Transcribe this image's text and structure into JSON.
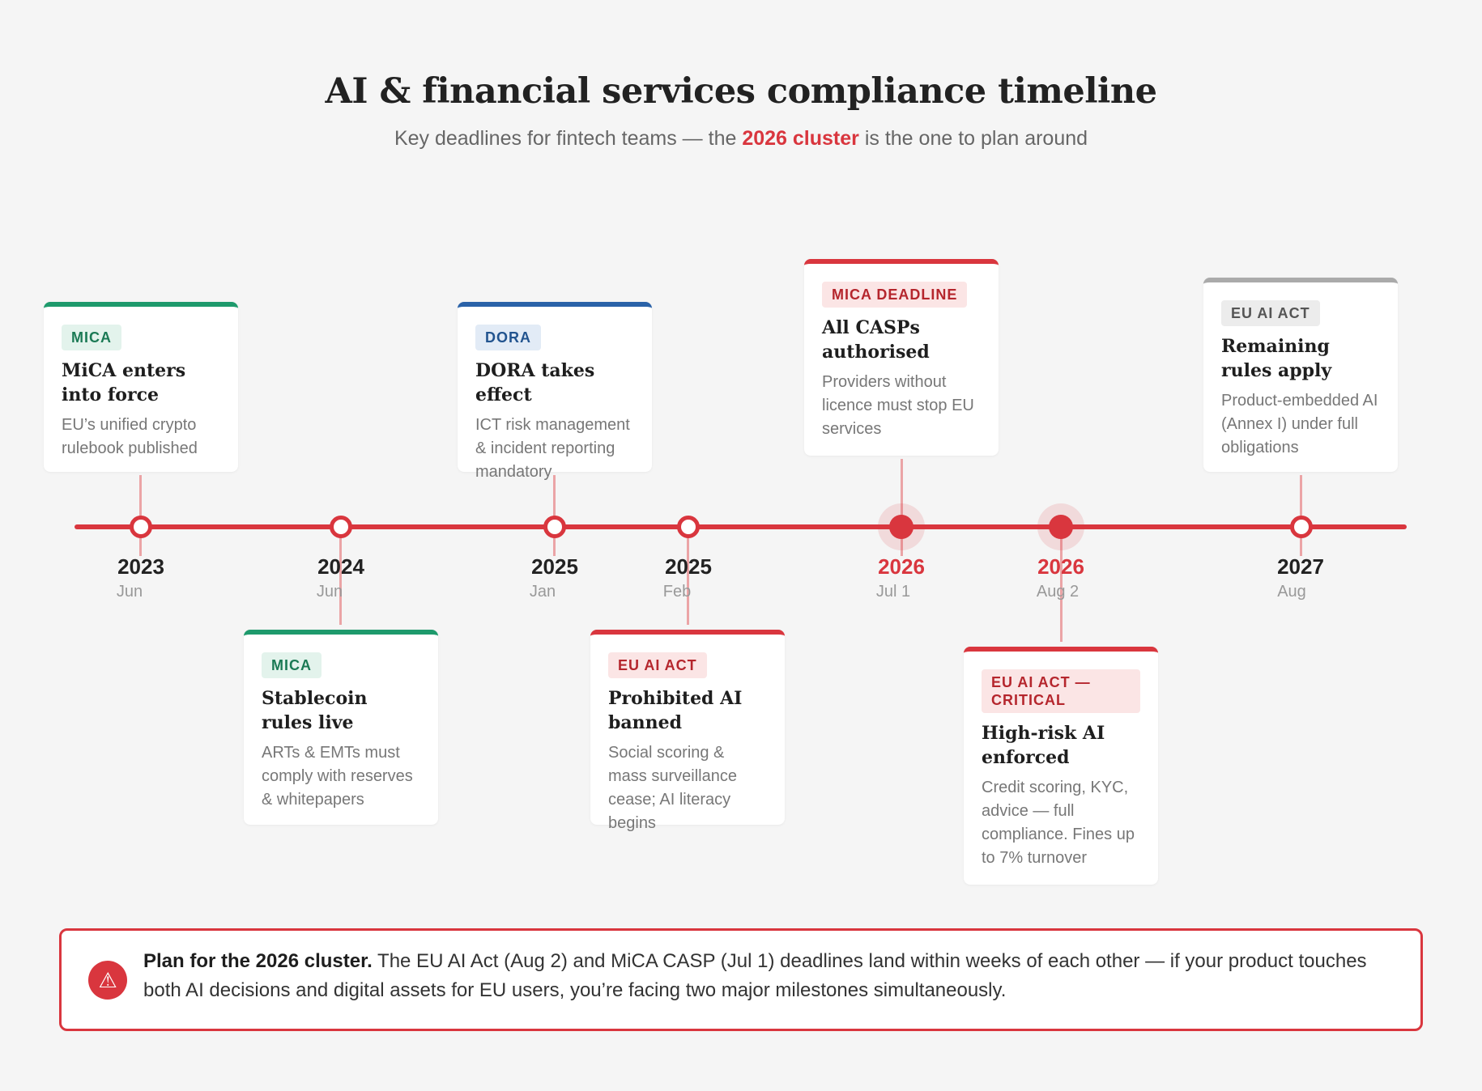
{
  "header": {
    "title": "AI & financial services compliance timeline",
    "subtitle_prefix": "Key deadlines for fintech teams — the ",
    "subtitle_highlight": "2026 cluster",
    "subtitle_suffix": " is the one to plan around"
  },
  "milestones": [
    {
      "year": "2023",
      "month": "Jun",
      "tag": "MICA",
      "title": "MiCA enters into force",
      "desc": "EU’s unified crypto rulebook published"
    },
    {
      "year": "2024",
      "month": "Jun",
      "tag": "MICA",
      "title": "Stablecoin rules live",
      "desc": "ARTs & EMTs must comply with reserves & whitepapers"
    },
    {
      "year": "2025",
      "month": "Jan",
      "tag": "DORA",
      "title": "DORA takes effect",
      "desc": "ICT risk management & incident reporting mandatory"
    },
    {
      "year": "2025",
      "month": "Feb",
      "tag": "EU AI ACT",
      "title": "Prohibited AI banned",
      "desc": "Social scoring & mass surveillance cease; AI literacy begins"
    },
    {
      "year": "2026",
      "month": "Jul 1",
      "tag": "MICA DEADLINE",
      "title": "All CASPs authorised",
      "desc": "Providers without licence must stop EU services"
    },
    {
      "year": "2026",
      "month": "Aug 2",
      "tag": "EU AI ACT — CRITICAL",
      "title": "High-risk AI enforced",
      "desc": "Credit scoring, KYC, advice — full compliance. Fines up to 7% turnover"
    },
    {
      "year": "2027",
      "month": "Aug",
      "tag": "EU AI ACT",
      "title": "Remaining rules apply",
      "desc": "Product-embedded AI (Annex I) under full obligations"
    }
  ],
  "callout": {
    "icon": "warning-icon",
    "lead": "Plan for the 2026 cluster.",
    "body": " The EU AI Act (Aug 2) and MiCA CASP (Jul 1) deadlines land within weeks of each other — if your product touches both AI decisions and digital assets for EU users, you’re facing two major milestones simultaneously."
  },
  "colors": {
    "accent": "#d9363e",
    "mica": "#1e9a6c",
    "dora": "#2a62a8",
    "grey": "#aaaaaa"
  }
}
